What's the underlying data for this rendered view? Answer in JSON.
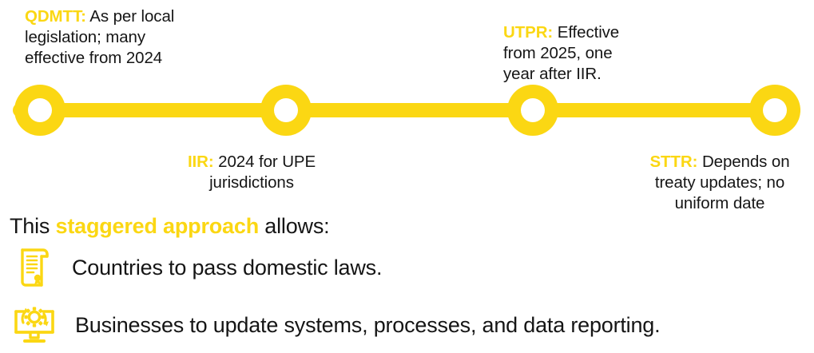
{
  "colors": {
    "accent": "#FBD713",
    "text": "#151515",
    "background": "#FFFFFF"
  },
  "timeline": {
    "nodes": [
      {
        "id": "qdmtt",
        "term": "QDMTT:",
        "description": "As per local legislation; many effective from 2024",
        "position": "above"
      },
      {
        "id": "iir",
        "term": "IIR:",
        "description": "2024 for UPE jurisdictions",
        "position": "below"
      },
      {
        "id": "utpr",
        "term": "UTPR:",
        "description": "Effective from 2025, one year after IIR.",
        "position": "above"
      },
      {
        "id": "sttr",
        "term": "STTR:",
        "description": "Depends on treaty updates; no uniform date",
        "position": "below"
      }
    ]
  },
  "conclusion": {
    "prefix": "This ",
    "highlight": "staggered approach",
    "suffix": " allows:"
  },
  "bullets": [
    {
      "icon": "scroll-document-icon",
      "text": "Countries to pass domestic laws."
    },
    {
      "icon": "monitor-gear-update-icon",
      "text": "Businesses to update systems, processes, and data reporting."
    }
  ]
}
